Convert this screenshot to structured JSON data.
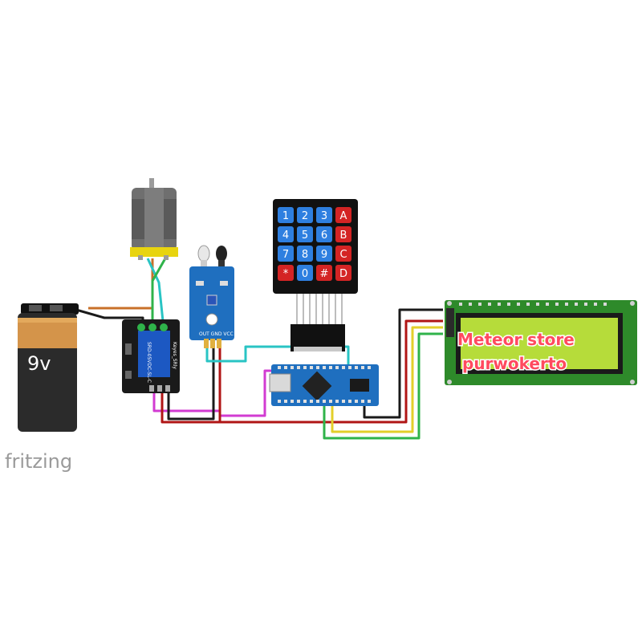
{
  "battery": {
    "label": "9v"
  },
  "relay": {
    "label": "Keyes_SRly",
    "part": "SRD-05VDC-SL-C"
  },
  "ir_sensor": {
    "pins": "OUT GND VCC"
  },
  "keypad": {
    "keys": [
      [
        "1",
        "2",
        "3",
        "A"
      ],
      [
        "4",
        "5",
        "6",
        "B"
      ],
      [
        "7",
        "8",
        "9",
        "C"
      ],
      [
        "*",
        "0",
        "#",
        "D"
      ]
    ]
  },
  "lcd": {
    "line1": "Meteor store",
    "line2": "purwokerto"
  },
  "watermark": "fritzing",
  "colors": {
    "wire_orange": "#c8702a",
    "wire_teal": "#29c4c4",
    "wire_green": "#2fb34a",
    "wire_yellow": "#e3cf2a",
    "wire_red": "#b01515",
    "wire_black": "#1a1a1a",
    "wire_magenta": "#d23bd2",
    "key_blue": "#2e7fe0",
    "key_red": "#d42424",
    "lcd_board": "#2e8a2a",
    "lcd_screen": "#b6dc3a",
    "nano_board": "#1f6fbf"
  }
}
